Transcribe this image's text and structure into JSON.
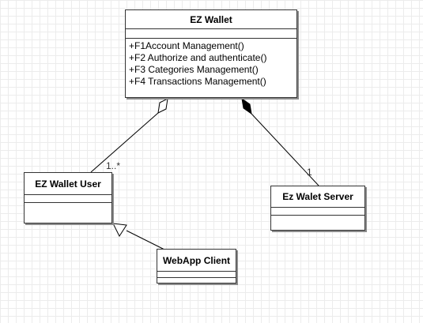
{
  "diagram": {
    "classes": {
      "ez_wallet": {
        "name": "EZ Wallet",
        "operations": [
          "+F1Account Management()",
          "+F2 Authorize and authenticate()",
          "+F3 Categories Management()",
          "+F4 Transactions Management()"
        ]
      },
      "ez_wallet_user": {
        "name": "EZ Wallet User"
      },
      "ez_walet_server": {
        "name": "Ez Walet Server"
      },
      "webapp_client": {
        "name": "WebApp Client"
      }
    },
    "relationships": [
      {
        "type": "aggregation",
        "from": "EZ Wallet",
        "to": "EZ Wallet User",
        "multiplicity": "1..*"
      },
      {
        "type": "composition",
        "from": "EZ Wallet",
        "to": "Ez Walet Server",
        "multiplicity": "1"
      },
      {
        "type": "generalization",
        "from": "WebApp Client",
        "to": "EZ Wallet User"
      }
    ],
    "colors": {
      "line": "#000000",
      "border": "#333333",
      "shadow": "#8c8c8c",
      "grid": "#ececec"
    }
  }
}
